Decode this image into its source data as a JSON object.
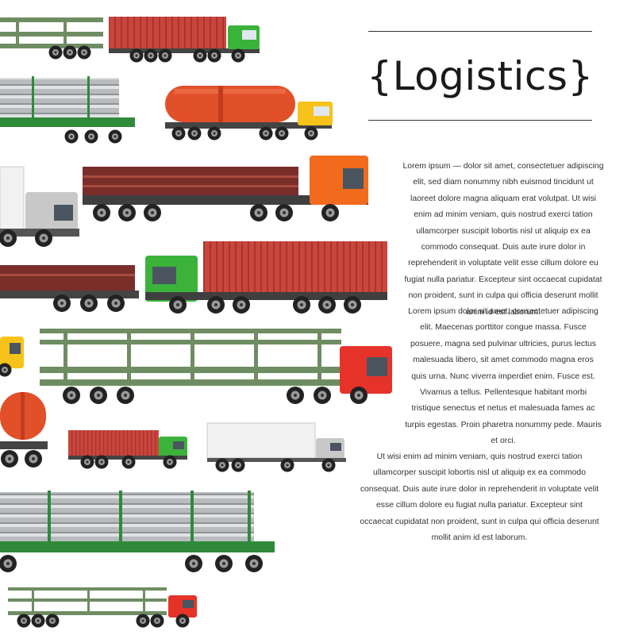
{
  "header": {
    "title": "{Logistics}"
  },
  "body": {
    "paragraph_1": "Lorem ipsum — dolor sit amet, consectetuer adipiscing elit, sed diam nonummy nibh euismod tincidunt ut laoreet dolore magna aliquam erat volutpat. Ut wisi enim ad minim veniam, quis nostrud exerci tation ullamcorper suscipit lobortis nisl ut aliquip ex ea commodo consequat. Duis aute irure dolor in reprehenderit in voluptate velit esse cillum dolore eu fugiat nulla pariatur. Excepteur sint occaecat cupidatat non proident, sunt in culpa qui officia deserunt mollit anim id est laborum.",
    "paragraph_2": "Lorem ipsum dolor sit amet, consectetuer adipiscing elit. Maecenas porttitor congue massa. Fusce posuere, magna sed pulvinar ultricies, purus lectus malesuada libero, sit amet commodo magna eros quis urna. Nunc viverra imperdiet enim. Fusce est. Vivamus a tellus. Pellentesque habitant morbi tristique senectus et netus et malesuada fames ac turpis egestas. Proin pharetra nonummy pede. Mauris et orci.",
    "paragraph_3": "Ut wisi enim ad minim veniam, quis nostrud exerci tation ullamcorper suscipit lobortis nisl ut aliquip ex ea commodo consequat. Duis aute irure dolor in reprehenderit in voluptate velit esse cillum dolore eu fugiat nulla pariatur. Excepteur sint occaecat cupidatat non proident, sunt in culpa qui officia deserunt mollit anim id est laborum."
  },
  "colors": {
    "green_cab": "#3bb33b",
    "red_cab": "#e5332a",
    "orange_cab": "#f26b1d",
    "yellow_cab": "#f7c21a",
    "grey_cab": "#c8c8c8",
    "container_red": "#c9463d",
    "tank_orange": "#e2502a",
    "wood_brown": "#7a2e2a",
    "car_carrier_green": "#6f8d63",
    "flatbed_green": "#2f8a3a",
    "pipe_grey": "#b9bcbf",
    "wheel": "#222222"
  },
  "icons": [
    "car-carrier-truck-icon",
    "container-truck-icon",
    "pipe-flatbed-truck-icon",
    "tanker-truck-icon",
    "box-truck-icon",
    "timber-truck-icon"
  ]
}
